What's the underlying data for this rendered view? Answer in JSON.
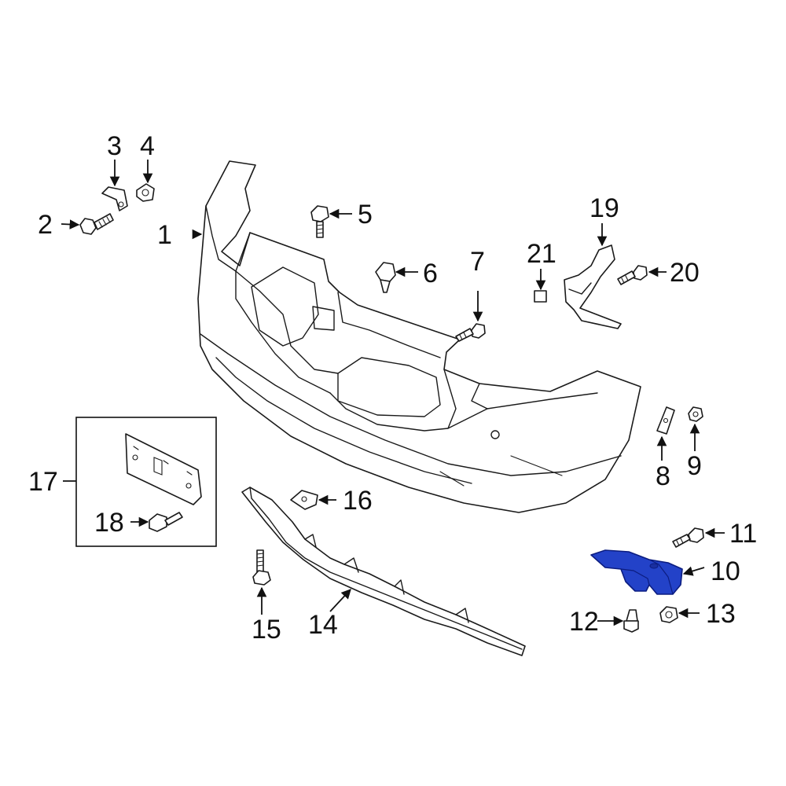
{
  "highlight_color": "#2342c8",
  "callouts": {
    "c1": "1",
    "c2": "2",
    "c3": "3",
    "c4": "4",
    "c5": "5",
    "c6": "6",
    "c7": "7",
    "c8": "8",
    "c9": "9",
    "c10": "10",
    "c11": "11",
    "c12": "12",
    "c13": "13",
    "c14": "14",
    "c15": "15",
    "c16": "16",
    "c17": "17",
    "c18": "18",
    "c19": "19",
    "c20": "20",
    "c21": "21"
  },
  "highlighted_part": "10"
}
